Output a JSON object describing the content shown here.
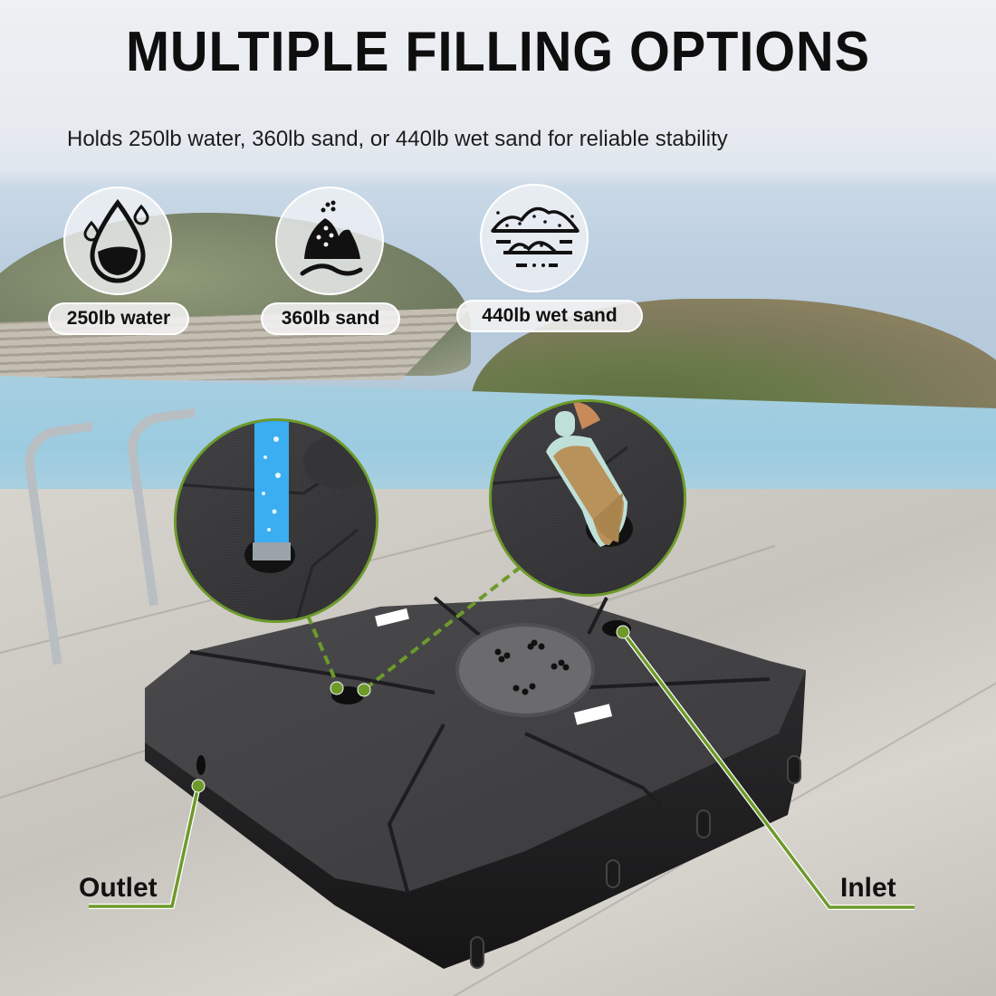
{
  "header": {
    "title": "MULTIPLE FILLING OPTIONS",
    "subtitle": "Holds 250lb water, 360lb sand, or 440lb wet sand for reliable stability"
  },
  "options": [
    {
      "icon": "water-drop-icon",
      "label": "250lb water"
    },
    {
      "icon": "sand-pile-icon",
      "label": "360lb sand"
    },
    {
      "icon": "wet-sand-icon",
      "label": "440lb wet sand"
    }
  ],
  "callouts": {
    "outlet": "Outlet",
    "inlet": "Inlet"
  },
  "colors": {
    "accent_green": "#6d9a2a",
    "base_black": "#2c2c2e",
    "water_blue": "#29a9e8",
    "sand": "#b8925a"
  }
}
